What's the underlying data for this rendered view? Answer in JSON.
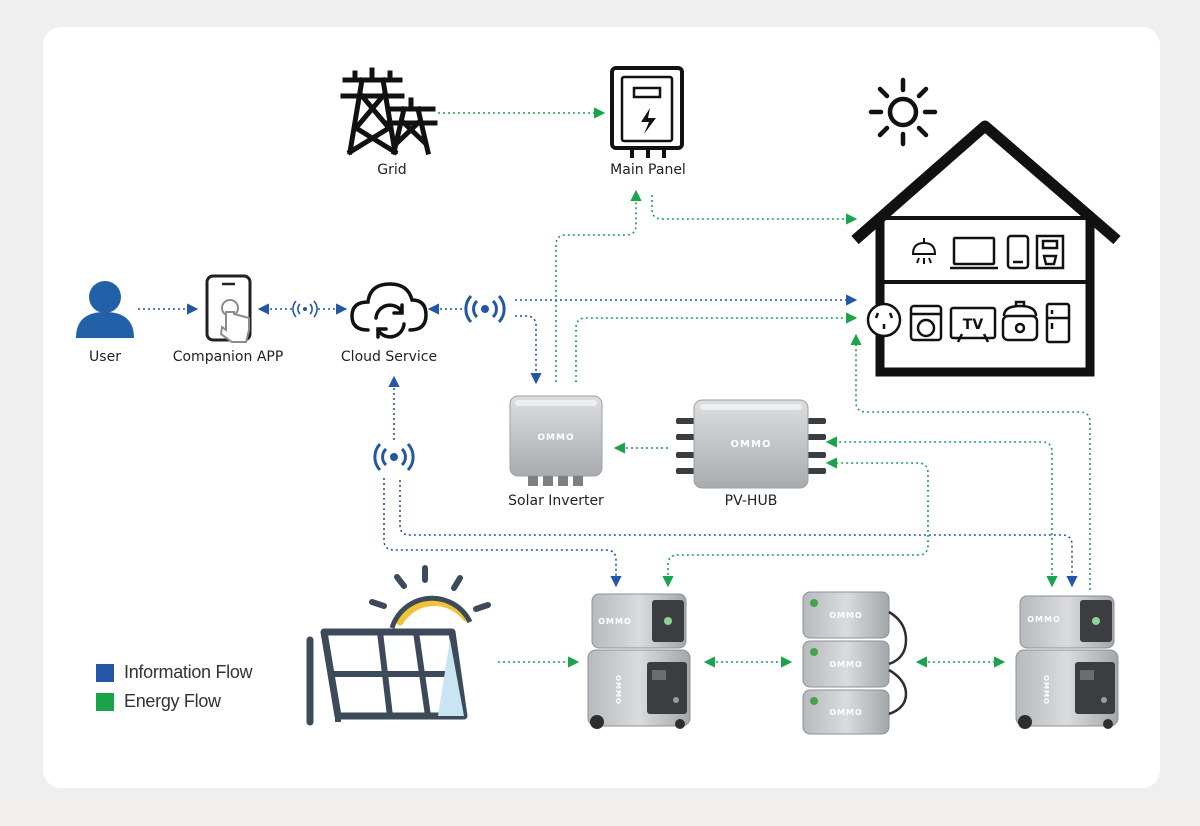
{
  "colors": {
    "info": "#2456a6",
    "energy": "#19a34a",
    "icon": "#111111",
    "user": "#2261a8",
    "device": "#c9cbcd",
    "device_dark": "#8a8d90"
  },
  "brand": "OMMO",
  "nodes": {
    "grid": {
      "label": "Grid",
      "icon": "transmission-tower-icon"
    },
    "main_panel": {
      "label": "Main Panel",
      "icon": "electrical-panel-icon"
    },
    "user": {
      "label": "User",
      "icon": "person-icon"
    },
    "companion_app": {
      "label": "Companion APP",
      "icon": "smartphone-touch-icon"
    },
    "cloud_service": {
      "label": "Cloud Service",
      "icon": "cloud-sync-icon"
    },
    "solar_inverter": {
      "label": "Solar Inverter"
    },
    "pv_hub": {
      "label": "PV-HUB"
    },
    "home": {
      "icon": "house-with-appliances-icon"
    }
  },
  "legend": [
    {
      "label": "Information Flow",
      "color": "#2456a6"
    },
    {
      "label": "Energy Flow",
      "color": "#19a34a"
    }
  ]
}
